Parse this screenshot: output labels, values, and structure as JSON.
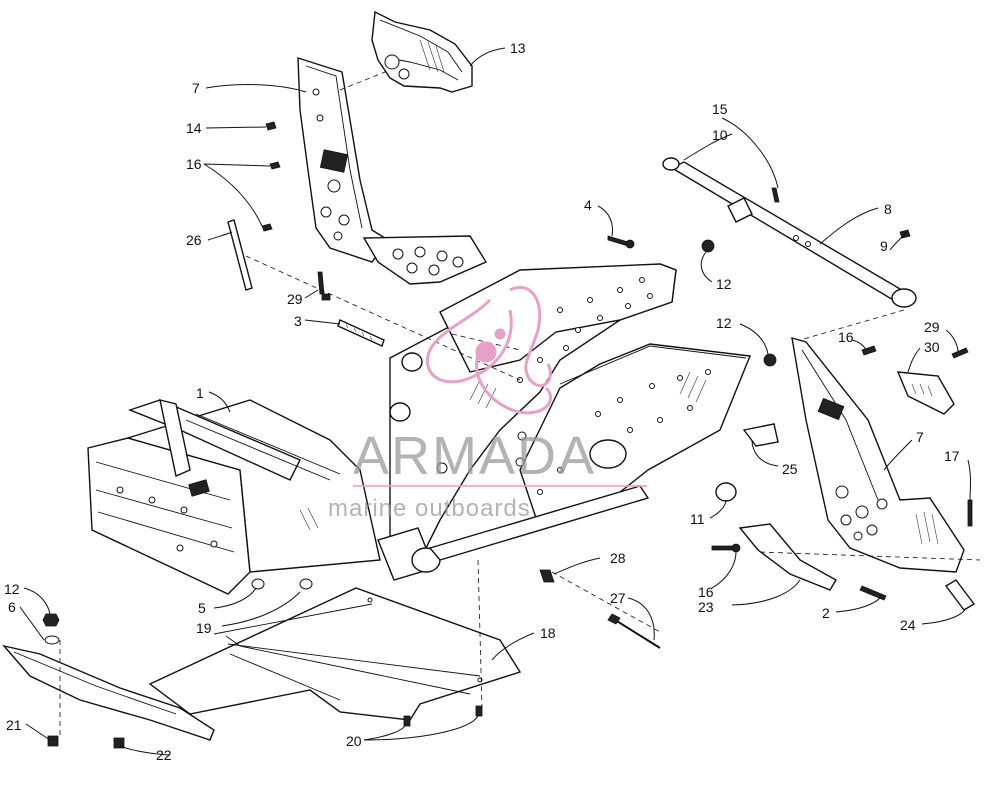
{
  "watermark": {
    "brand": "ARMADA",
    "tagline": "marine outboards",
    "logo_color": "#e8a0c8",
    "text_color": "#9a9a9a"
  },
  "callouts": [
    {
      "id": "c13",
      "text": "13"
    },
    {
      "id": "c7a",
      "text": "7"
    },
    {
      "id": "c14",
      "text": "14"
    },
    {
      "id": "c16a",
      "text": "16"
    },
    {
      "id": "c26",
      "text": "26"
    },
    {
      "id": "c29a",
      "text": "29"
    },
    {
      "id": "c3",
      "text": "3"
    },
    {
      "id": "c1",
      "text": "1"
    },
    {
      "id": "c15",
      "text": "15"
    },
    {
      "id": "c10",
      "text": "10"
    },
    {
      "id": "c8",
      "text": "8"
    },
    {
      "id": "c4",
      "text": "4"
    },
    {
      "id": "c9",
      "text": "9"
    },
    {
      "id": "c12a",
      "text": "12"
    },
    {
      "id": "c12b",
      "text": "12"
    },
    {
      "id": "c16b",
      "text": "16"
    },
    {
      "id": "c29b",
      "text": "29"
    },
    {
      "id": "c30",
      "text": "30"
    },
    {
      "id": "c7b",
      "text": "7"
    },
    {
      "id": "c17",
      "text": "17"
    },
    {
      "id": "c25",
      "text": "25"
    },
    {
      "id": "c11",
      "text": "11"
    },
    {
      "id": "c28",
      "text": "28"
    },
    {
      "id": "c27",
      "text": "27"
    },
    {
      "id": "c16c",
      "text": "16"
    },
    {
      "id": "c23",
      "text": "23"
    },
    {
      "id": "c2",
      "text": "2"
    },
    {
      "id": "c24",
      "text": "24"
    },
    {
      "id": "c18",
      "text": "18"
    },
    {
      "id": "c5",
      "text": "5"
    },
    {
      "id": "c19",
      "text": "19"
    },
    {
      "id": "c12c",
      "text": "12"
    },
    {
      "id": "c6",
      "text": "6"
    },
    {
      "id": "c21",
      "text": "21"
    },
    {
      "id": "c22",
      "text": "22"
    },
    {
      "id": "c20",
      "text": "20"
    }
  ]
}
